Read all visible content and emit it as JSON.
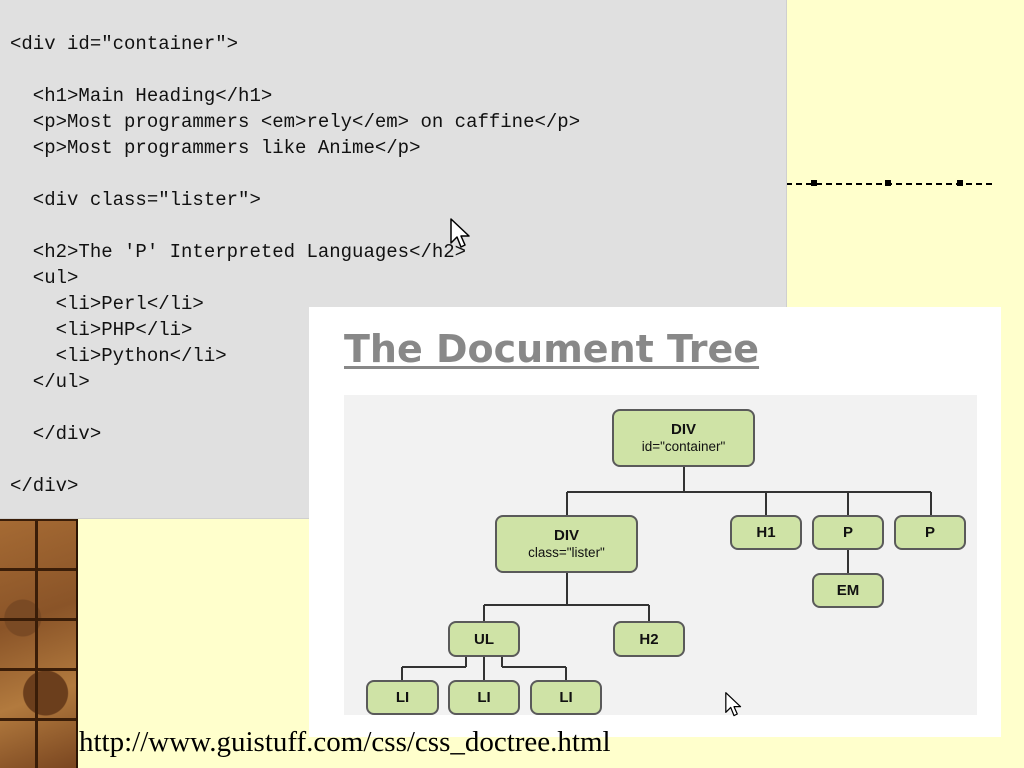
{
  "code": {
    "lines": [
      "<div id=\"container\">",
      "  <h1>Main Heading</h1>",
      "  <p>Most programmers <em>rely</em> on caffine</p>",
      "  <p>Most programmers like Anime</p>",
      "  <div class=\"lister\">",
      "  <h2>The 'P' Interpreted Languages</h2>",
      "  <ul>",
      "    <li>Perl</li>",
      "    <li>PHP</li>",
      "    <li>Python</li>",
      "  </ul>",
      "  </div>",
      "</div>"
    ]
  },
  "tree": {
    "title": "The Document Tree",
    "nodes": {
      "div_container": {
        "tag": "DIV",
        "attr": "id=\"container\""
      },
      "div_lister": {
        "tag": "DIV",
        "attr": "class=\"lister\""
      },
      "h1": {
        "tag": "H1"
      },
      "p1": {
        "tag": "P"
      },
      "p2": {
        "tag": "P"
      },
      "em": {
        "tag": "EM"
      },
      "ul": {
        "tag": "UL"
      },
      "h2": {
        "tag": "H2"
      },
      "li1": {
        "tag": "LI"
      },
      "li2": {
        "tag": "LI"
      },
      "li3": {
        "tag": "LI"
      }
    },
    "node_color": "#cfe3a6",
    "title_color": "#888888"
  },
  "caption": {
    "url": "http://www.guistuff.com/css/css_doctree.html"
  },
  "colors": {
    "background": "#ffffcc",
    "code_bg": "#e0e0e0"
  }
}
